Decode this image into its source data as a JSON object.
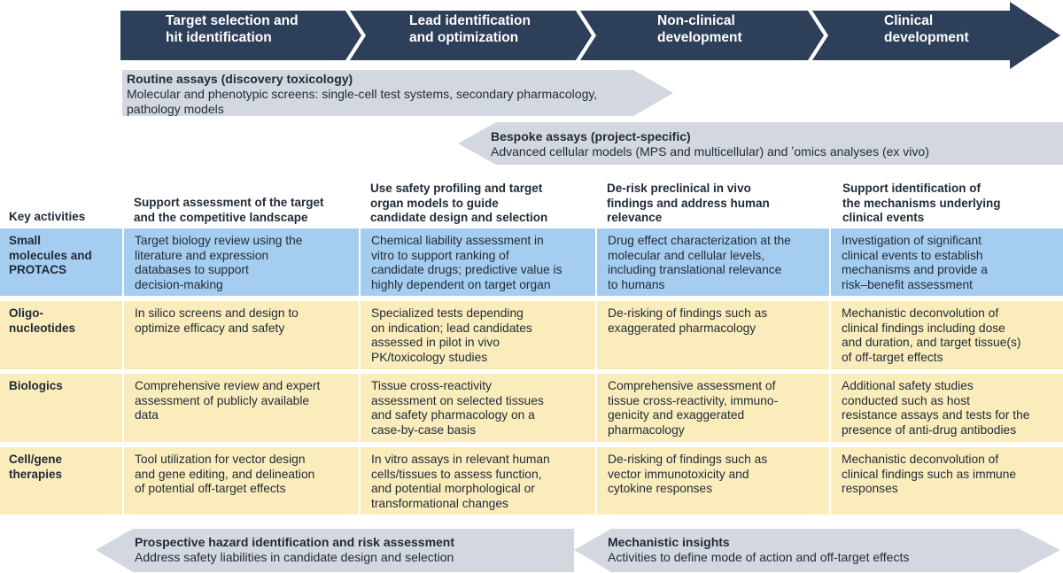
{
  "stages": [
    {
      "label": "Target selection and\nhit identification"
    },
    {
      "label": "Lead identification\nand optimization"
    },
    {
      "label": "Non-clinical\ndevelopment"
    },
    {
      "label": "Clinical\ndevelopment"
    }
  ],
  "bands": {
    "routine": {
      "title": "Routine assays (discovery toxicology)",
      "desc": "Molecular and phenotypic screens: single-cell test systems, secondary pharmacology,\npathology models"
    },
    "bespoke": {
      "title": "Bespoke assays (project-specific)",
      "desc": "Advanced cellular models (MPS and multicellular) and ʼomics analyses (ex vivo)"
    },
    "prospective": {
      "title": "Prospective hazard identification and risk assessment",
      "desc": "Address safety liabilities in candidate design and selection"
    },
    "mechanistic": {
      "title": "Mechanistic insights",
      "desc": "Activities to define mode of action and off-target effects"
    }
  },
  "table": {
    "corner_label": "Key activities",
    "headers": [
      "Support assessment of the target\nand the competitive landscape",
      "Use safety profiling and target\norgan models to guide\ncandidate design and selection",
      "De-risk preclinical in vivo\nfindings and address human\nrelevance",
      "Support identification of\nthe mechanisms underlying\nclinical events"
    ],
    "rows": [
      {
        "label": "Small\nmolecules and\nPROTACS",
        "cells": [
          "Target biology review using the\nliterature and expression\ndatabases to support\ndecision-making",
          "Chemical liability assessment in\nvitro to support ranking of\ncandidate drugs; predictive value is\nhighly dependent on target organ",
          "Drug effect characterization at the\nmolecular and cellular levels,\nincluding translational relevance\nto humans",
          "Investigation of significant\nclinical events to establish\nmechanisms and provide a\nrisk–benefit assessment"
        ]
      },
      {
        "label": "Oligo-\nnucleotides",
        "cells": [
          "In silico screens and design to\noptimize efficacy and safety",
          "Specialized tests depending\non indication; lead candidates\nassessed in pilot in vivo\nPK/toxicology studies",
          "De-risking of findings such as\nexaggerated pharmacology",
          "Mechanistic deconvolution of\nclinical findings including dose\nand duration, and target tissue(s)\nof off-target effects"
        ]
      },
      {
        "label": "Biologics",
        "cells": [
          "Comprehensive review and expert\nassessment of publicly available\ndata",
          "Tissue cross-reactivity\nassessment on selected tissues\nand safety pharmacology on a\ncase-by-case basis",
          "Comprehensive assessment of\ntissue cross-reactivity, immuno-\ngenicity and exaggerated\npharmacology",
          "Additional safety studies\nconducted such as host\nresistance assays and tests for the\npresence of anti-drug antibodies"
        ]
      },
      {
        "label": "Cell/gene\ntherapies",
        "cells": [
          "Tool utilization for vector design\nand gene editing, and delineation\nof potential off-target effects",
          "In vitro assays in relevant human\ncells/tissues to assess function,\nand potential morphological or\ntransformational changes",
          "De-risking of findings such as\nvector immunotoxicity and\ncytokine responses",
          "Mechanistic deconvolution of\nclinical findings such as immune\nresponses"
        ]
      }
    ]
  },
  "colors": {
    "stage_fill": "#2e3f5a",
    "band_fill": "#d3d8e0",
    "blue_row": "#a5cdf0",
    "yellow_row": "#fbecbc"
  }
}
